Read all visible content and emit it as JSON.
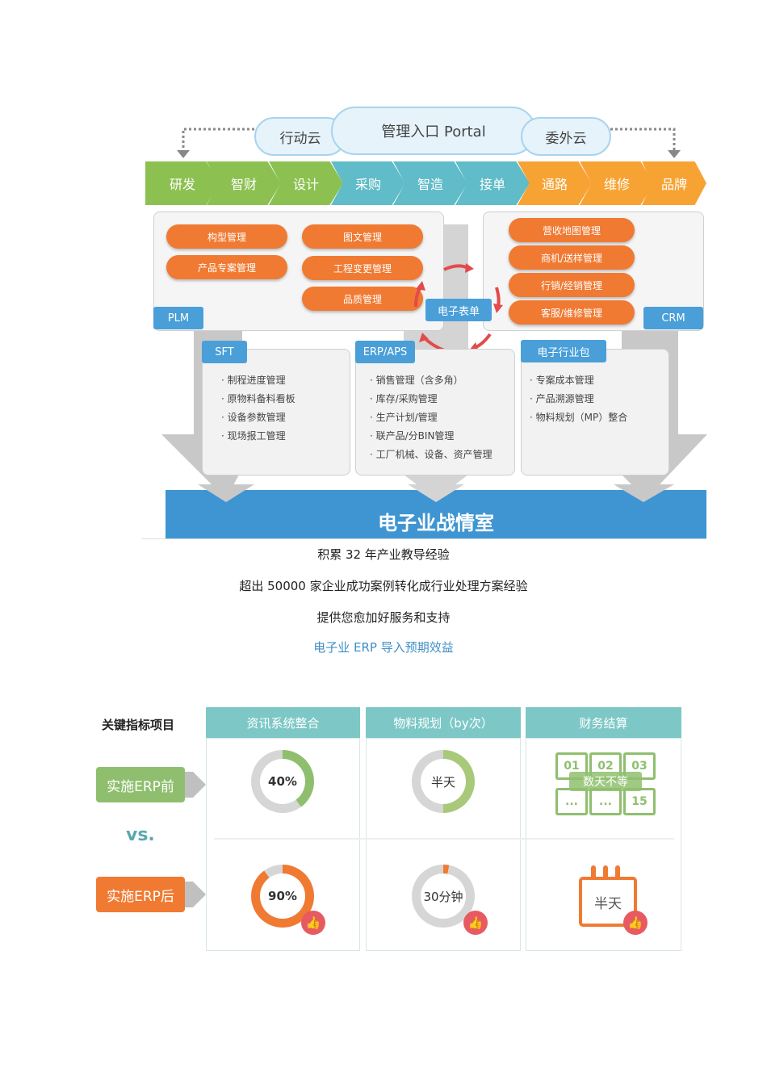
{
  "diagram": {
    "clouds": {
      "left": "行动云",
      "center": "管理入口 Portal",
      "right": "委外云"
    },
    "chevrons": [
      "研发",
      "智财",
      "设计",
      "采购",
      "智造",
      "接单",
      "通路",
      "维修",
      "品牌"
    ],
    "plm": {
      "label": "PLM",
      "items": [
        "构型管理",
        "产品专案管理",
        "图文管理",
        "工程变更管理",
        "品质管理"
      ]
    },
    "crm": {
      "label": "CRM",
      "items": [
        "营收地图管理",
        "商机/送样管理",
        "行销/经销管理",
        "客服/维修管理"
      ]
    },
    "eform": "电子表单",
    "sft": {
      "label": "SFT",
      "items": [
        "制程进度管理",
        "原物料备料看板",
        "设备参数管理",
        "现场报工管理"
      ]
    },
    "erp": {
      "label": "ERP/APS",
      "items": [
        "销售管理（含多角）",
        "库存/采购管理",
        "生产计划/管理",
        "联产品/分BIN管理",
        "工厂机械、设备、资产管理"
      ]
    },
    "industry": {
      "label": "电子行业包",
      "items": [
        "专案成本管理",
        "产品溯源管理",
        "物料规划（MP）整合"
      ]
    },
    "banner": "电子业战情室"
  },
  "captions": {
    "line1": "积累 32 年产业教导经验",
    "line2": "超出 50000 家企业成功案例转化成行业处理方案经验",
    "line3": "提供您愈加好服务和支持",
    "link": "电子业 ERP 导入预期效益"
  },
  "table": {
    "corner": "关键指标项目",
    "headers": [
      "资讯系统整合",
      "物料规划（by次）",
      "财务结算"
    ],
    "before_label": "实施ERP前",
    "vs": "vs.",
    "after_label": "实施ERP后",
    "before": {
      "integration": "40%",
      "integration_value": 0.4,
      "planning": "半天",
      "finance": "数天不等",
      "calendar_days": [
        "01",
        "02",
        "03",
        "...",
        "...",
        "15"
      ]
    },
    "after": {
      "integration": "90%",
      "integration_value": 0.9,
      "planning": "30分钟",
      "finance": "半天"
    }
  },
  "colors": {
    "orange": "#f07a32",
    "blue": "#4a9fd8",
    "teal": "#7dc8c6",
    "green": "#8fbf6e",
    "chevron_green": "#8cc152",
    "chevron_teal": "#5fbcc8",
    "chevron_orange": "#f7a334"
  }
}
